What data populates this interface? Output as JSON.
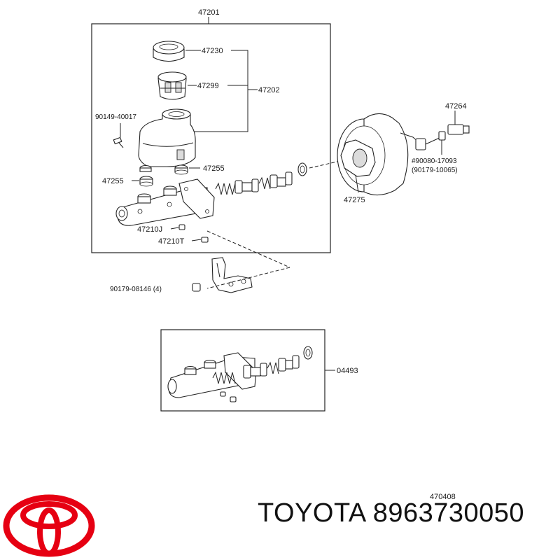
{
  "labels": {
    "assembly": "47201",
    "reservoir_cap": "47230",
    "strainer": "47299",
    "reservoir_sub": "47202",
    "screw": "90149-40017",
    "grommet_right": "47255",
    "grommet_left": "47255",
    "union_j": "47210J",
    "union_t": "47210T",
    "booster_clevis": "47264",
    "booster_part_a": "#90080-17093",
    "booster_part_b": "(90179-10065)",
    "booster_gasket": "47275",
    "bracket_nut": "90179-08146 (4)",
    "piston_kit": "04493",
    "diagram_code": "470408"
  },
  "caption": {
    "brand": "TOYOTA",
    "part_number": "8963730050"
  },
  "colors": {
    "ink": "#222222",
    "logo_red": "#e60012"
  },
  "icons": {
    "logo": "toyota-logo-icon"
  }
}
